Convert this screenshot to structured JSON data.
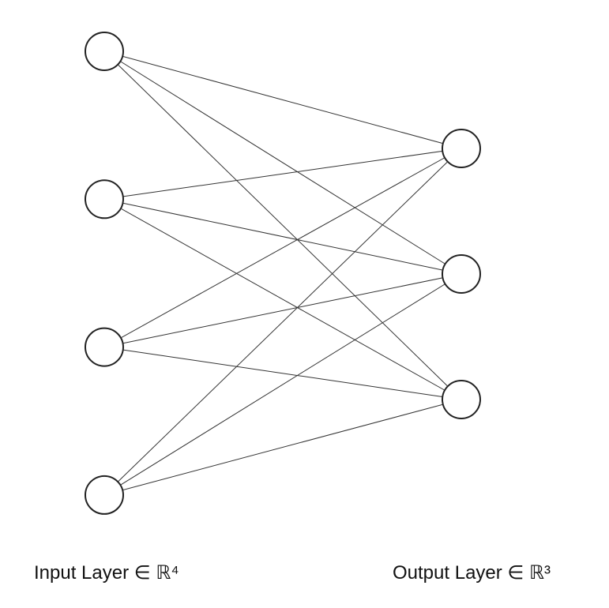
{
  "diagram": {
    "type": "neural-network",
    "connectivity": "fully-connected",
    "layers": [
      {
        "label": "Input Layer ∈ ℝ⁴",
        "nodes": 4
      },
      {
        "label": "Output Layer ∈ ℝ³",
        "nodes": 3
      }
    ],
    "colors": {
      "background": "#ffffff",
      "node_fill": "#ffffff",
      "node_stroke": "#222222",
      "edge_stroke": "#333333",
      "text": "#111111"
    }
  }
}
